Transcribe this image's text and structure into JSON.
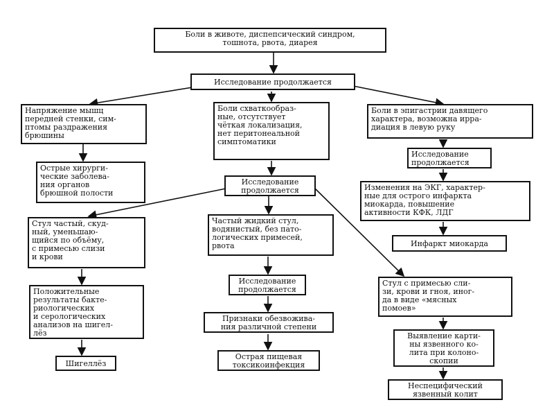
{
  "boxes": {
    "top": "Боли в животе, диспепсический синдром,\nтошнота, рвота, диарея",
    "research_1": "Исследование продолжается",
    "left_1": "Напряжение мышц\nпередней стенки, сим-\nптомы раздражения\nбрюшины",
    "left_2": "Острые хирурги-\nческие заболева-\nния органов\nбрюшной полости",
    "mid_1": "Боли схваткообраз-\nные, отсутствует\nчёткая локализация,\nнет перитонеальной\nсимптоматики",
    "research_2": "Исследование\nпродолжается",
    "right_1": "Боли в эпигастрии давящего\nхарактера, возможна ирра-\nдиация в левую руку",
    "right_2": "Исследование\nпродолжается",
    "right_3": "Изменения на ЭКГ, характер-\nные для острого инфаркта\nмиокарда, повышение\nактивности КФК, ЛДГ",
    "right_4": "Инфаркт миокарда",
    "a1": "Стул частый, скуд-\nный, уменьшаю-\nщийся по объёму,\nс примесью слизи\nи крови",
    "a2": "Положительные\nрезультаты бакте-\nриологических\nи серологических\nанализов на шигел-\nлёз",
    "a3": "Шигеллёз",
    "b1": "Частый жидкий стул,\nводянистый, без пато-\nлогических примесей,\nрвота",
    "b2": "Исследование\nпродолжается",
    "b3": "Признаки обезвожива-\nния различной степени",
    "b4": "Острая пищевая\nтоксикоинфекция",
    "c1": "Стул с примесью сли-\nзи, крови и гноя, иног-\nда в виде «мясных\nпомоев»",
    "c2": "Выявление карти-\nны язвенного ко-\nлита при колоно-\nскопии",
    "c3": "Неспецифический\nязвенный колит"
  }
}
